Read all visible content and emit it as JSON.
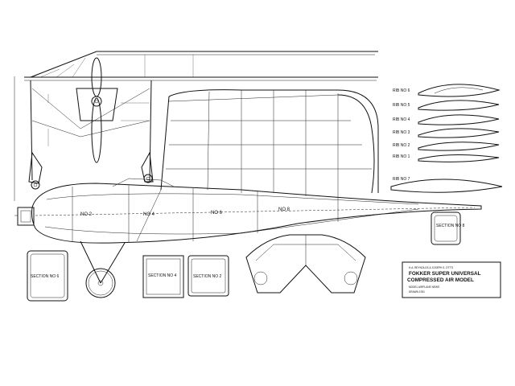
{
  "sections": {
    "no2": "NO 2",
    "no4": "NO 4",
    "no6": "NO 6",
    "no8": "NO 8",
    "section_6": "SECTION NO 6",
    "section_4": "SECTION NO 4",
    "section_2": "SECTION NO 2",
    "section_8": "SECTION NO 8"
  },
  "ribs": [
    "RIB NO 6",
    "RIB NO 5",
    "RIB NO 4",
    "RIB NO 3",
    "RIB NO 2",
    "RIB NO 1",
    "RIB NO 7"
  ],
  "title_block": {
    "byline": "H.A. REYNOLDS  &  JOSEPH S. OTT'S",
    "name": "FOKKER SUPER UNIVERSAL",
    "subtitle": "COMPRESSED AIR MODEL",
    "note1": "MODEL AIRPLANE NEWS",
    "note2": "DRAWN 1931"
  }
}
